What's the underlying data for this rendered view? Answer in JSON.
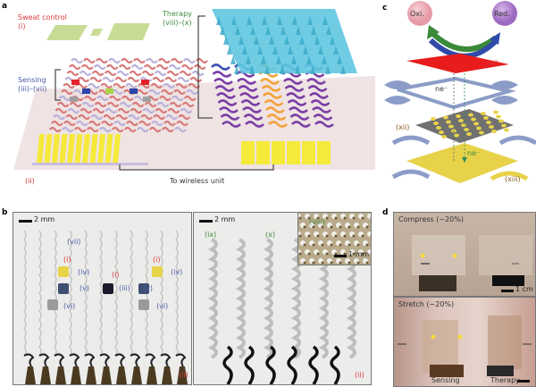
{
  "figure": {
    "panels": {
      "a": {
        "letter": "a",
        "labels": {
          "sweat_control": "Sweat control",
          "sweat_control_id": "(i)",
          "sensing": "Sensing",
          "sensing_id": "(iii)–(vii)",
          "therapy": "Therapy",
          "therapy_id": "(viii)–(x)",
          "substrate_id": "(ii)",
          "wireless": "To wireless unit"
        },
        "sensor_colors": [
          "#e3232c",
          "#2a46a8",
          "#a8d64a",
          "#a0a0a0"
        ],
        "colors": {
          "patch": "#c9dc96",
          "platform": "#efe3e3",
          "sensing_mesh": "#d87a7a",
          "therapy_heater": "#7b3fa6",
          "therapy_blue": "#3b4fb0",
          "therapy_orange": "#f2a33a",
          "microneedles": "#5fc7e0",
          "pads": "#f5ea3a"
        }
      },
      "b": {
        "letter": "b",
        "left": {
          "scale": "2 mm",
          "labels": [
            "(vii)",
            "(i)",
            "(iv)",
            "(i)",
            "(iv)",
            "(i)",
            "(v)",
            "(iii)",
            "(v)",
            "(vi)",
            "(vi)",
            "(ii)"
          ]
        },
        "right": {
          "scale": "2 mm",
          "labels": [
            "(ix)",
            "(x)",
            "(ii)"
          ],
          "inset": {
            "label": "(viii)",
            "scale": "1 mm"
          }
        }
      },
      "c": {
        "letter": "c",
        "oxi": "Oxi.",
        "red": "Red.",
        "electron": "ne⁻",
        "electron2": "ne⁻",
        "layer_xi": "(xi)",
        "layer_xii": "(xii)",
        "layer_xiii": "(xiii)"
      },
      "d": {
        "letter": "d",
        "top": {
          "title": "Compress (~20%)",
          "scale": "1 cm"
        },
        "bottom": {
          "title": "Stretch (~20%)",
          "sensing": "Sensing",
          "therapy": "Therapy"
        }
      }
    }
  }
}
